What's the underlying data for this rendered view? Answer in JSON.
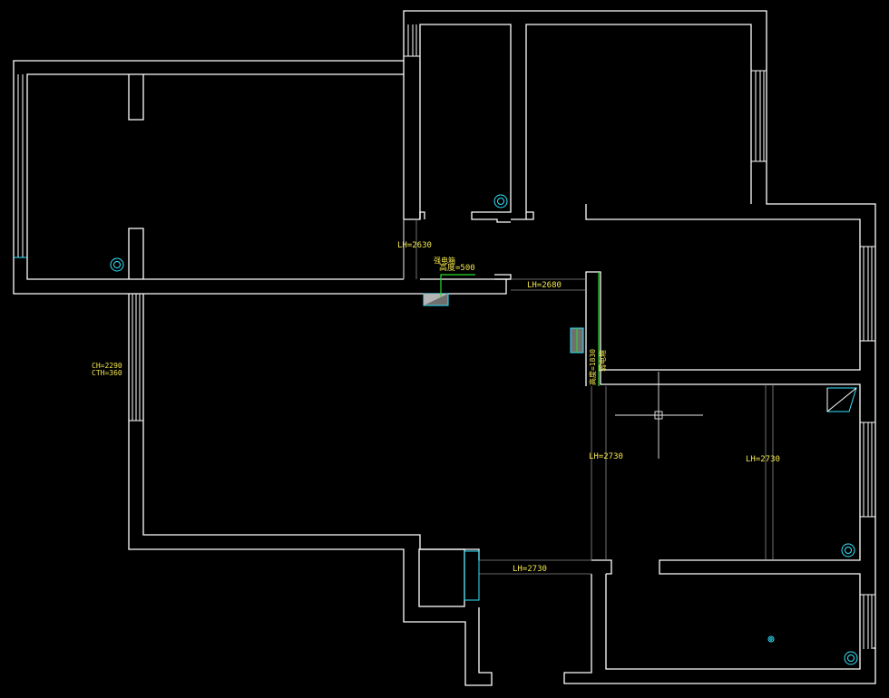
{
  "colors": {
    "background": "#000000",
    "wall": "#ffffff",
    "label": "#f2e64d",
    "fixture": "#33e6ff",
    "leader": "#2bdc2b"
  },
  "labels": {
    "lh_2630": "LH=2630",
    "lh_2680": "LH=2680",
    "lh_2730_a": "LH=2730",
    "lh_2730_b": "LH=2730",
    "lh_2730_c": "LH=2730",
    "ch_2290": "CH=2290",
    "cth_360": "CTH=360",
    "note_top": "强电箱",
    "note_bottom": "高度=500",
    "vert_a": "高度=1830",
    "vert_b": "弱电箱"
  }
}
